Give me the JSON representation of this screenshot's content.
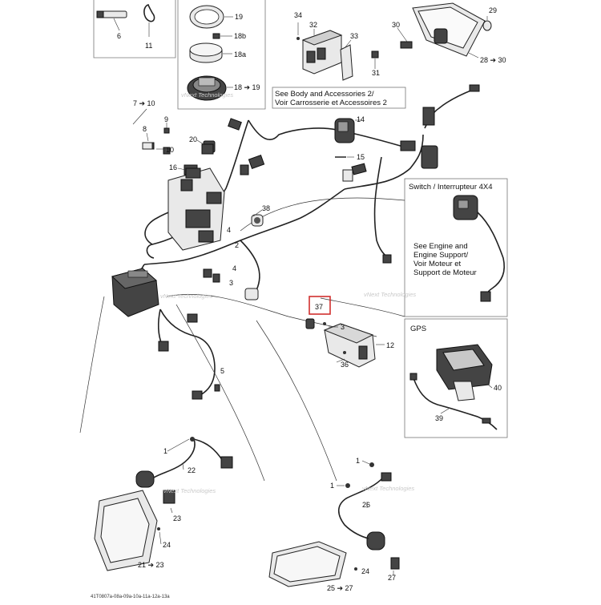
{
  "diagram": {
    "callouts": [
      {
        "id": "c6",
        "text": "6"
      },
      {
        "id": "c11",
        "text": "11"
      },
      {
        "id": "c19",
        "text": "19"
      },
      {
        "id": "c18b",
        "text": "18b"
      },
      {
        "id": "c18a",
        "text": "18a"
      },
      {
        "id": "c18_19",
        "text": "18 ➔ 19"
      },
      {
        "id": "c34",
        "text": "34"
      },
      {
        "id": "c32",
        "text": "32"
      },
      {
        "id": "c33",
        "text": "33"
      },
      {
        "id": "c31",
        "text": "31"
      },
      {
        "id": "c30",
        "text": "30"
      },
      {
        "id": "c29",
        "text": "29"
      },
      {
        "id": "c28_30",
        "text": "28 ➔ 30"
      },
      {
        "id": "c7_10",
        "text": "7 ➔ 10"
      },
      {
        "id": "c8",
        "text": "8"
      },
      {
        "id": "c9",
        "text": "9"
      },
      {
        "id": "c10",
        "text": "10"
      },
      {
        "id": "c20",
        "text": "20"
      },
      {
        "id": "c16",
        "text": "16"
      },
      {
        "id": "c14",
        "text": "14"
      },
      {
        "id": "c15",
        "text": "15"
      },
      {
        "id": "c38",
        "text": "38"
      },
      {
        "id": "c4a",
        "text": "4"
      },
      {
        "id": "c4b",
        "text": "4"
      },
      {
        "id": "c2",
        "text": "2"
      },
      {
        "id": "c3a",
        "text": "3"
      },
      {
        "id": "c3b",
        "text": "3"
      },
      {
        "id": "c37",
        "text": "37"
      },
      {
        "id": "c12",
        "text": "12"
      },
      {
        "id": "c36",
        "text": "36"
      },
      {
        "id": "c5",
        "text": "5"
      },
      {
        "id": "c1a",
        "text": "1"
      },
      {
        "id": "c22",
        "text": "22"
      },
      {
        "id": "c23",
        "text": "23"
      },
      {
        "id": "c24a",
        "text": "24"
      },
      {
        "id": "c21_23",
        "text": "21 ➔ 23"
      },
      {
        "id": "c1b",
        "text": "1"
      },
      {
        "id": "c1c",
        "text": "1"
      },
      {
        "id": "c26",
        "text": "26"
      },
      {
        "id": "c24b",
        "text": "24"
      },
      {
        "id": "c27",
        "text": "27"
      },
      {
        "id": "c25_27",
        "text": "25 ➔ 27"
      },
      {
        "id": "c40",
        "text": "40"
      },
      {
        "id": "c39",
        "text": "39"
      }
    ],
    "notes": {
      "body_1": "See Body and Accessories 2/",
      "body_2": "Voir Carrosserie et Accessoires 2",
      "switch_title": "Switch / Interrupteur 4X4",
      "engine_1": "See Engine and",
      "engine_2": "Engine Support/",
      "engine_3": "Voir Moteur et",
      "engine_4": "Support de Moteur",
      "gps_title": "GPS"
    },
    "watermark": "vNext Technologies",
    "footer_code": "41T0807a-08a-09a-10a-11a-12a-13a",
    "highlight_color": "#d0302f"
  }
}
